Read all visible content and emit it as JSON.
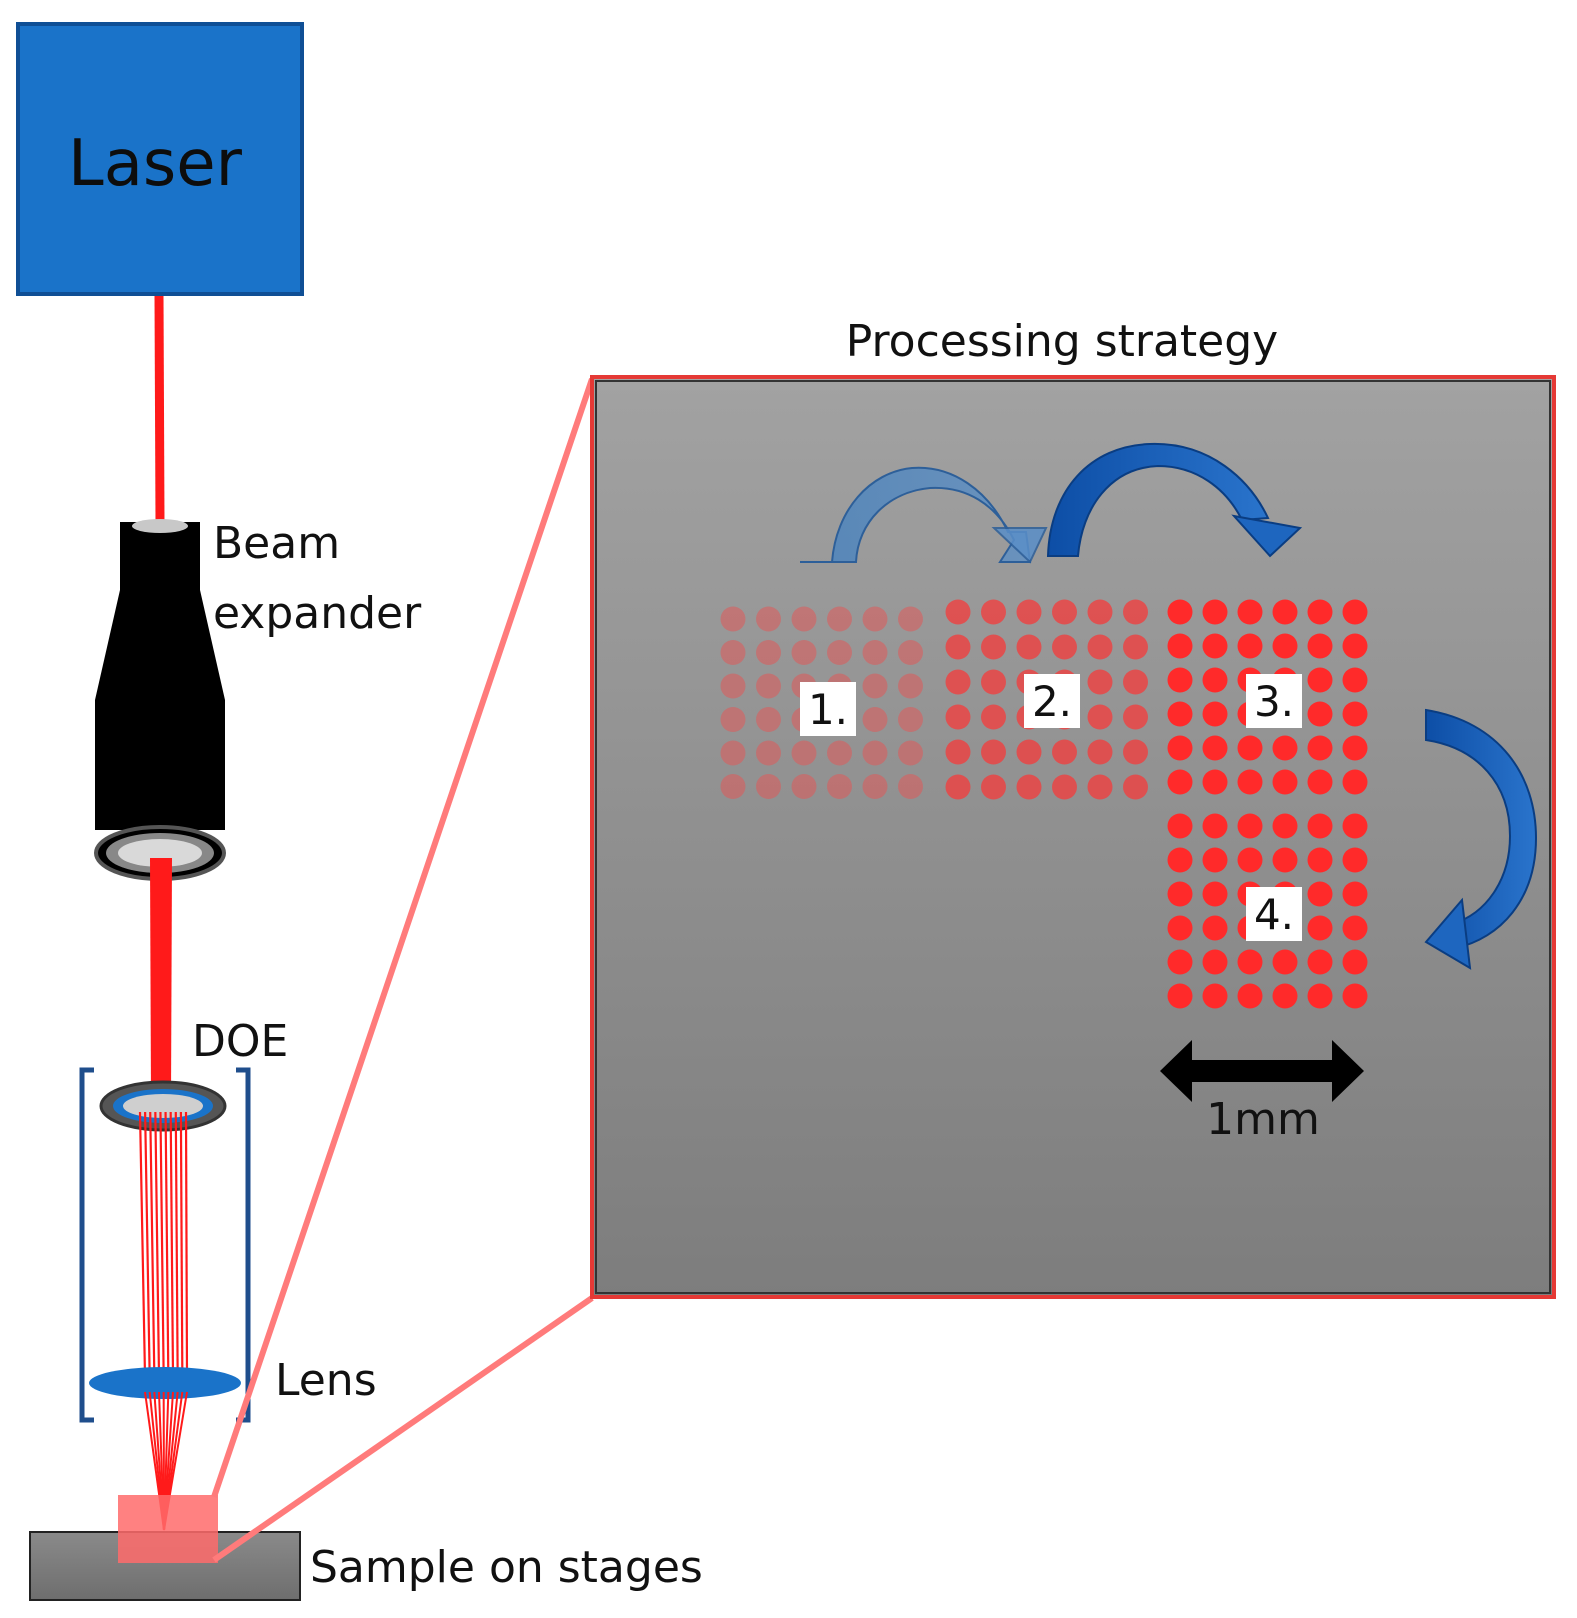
{
  "components": {
    "laser": "Laser",
    "beam_expander_line1": "Beam",
    "beam_expander_line2": "expander",
    "doe": "DOE",
    "lens": "Lens",
    "sample": "Sample on stages"
  },
  "inset": {
    "title": "Processing strategy",
    "steps": [
      "1.",
      "2.",
      "3.",
      "4."
    ],
    "scale_label": "1mm"
  },
  "colors": {
    "laser_box": "#1a73c9",
    "beam": "#ff1a1a",
    "inset_border": "#e53935",
    "arrow_blue": "#1565c0",
    "dot_red": "#ff2a2a",
    "bracket": "#1f4e8c"
  }
}
